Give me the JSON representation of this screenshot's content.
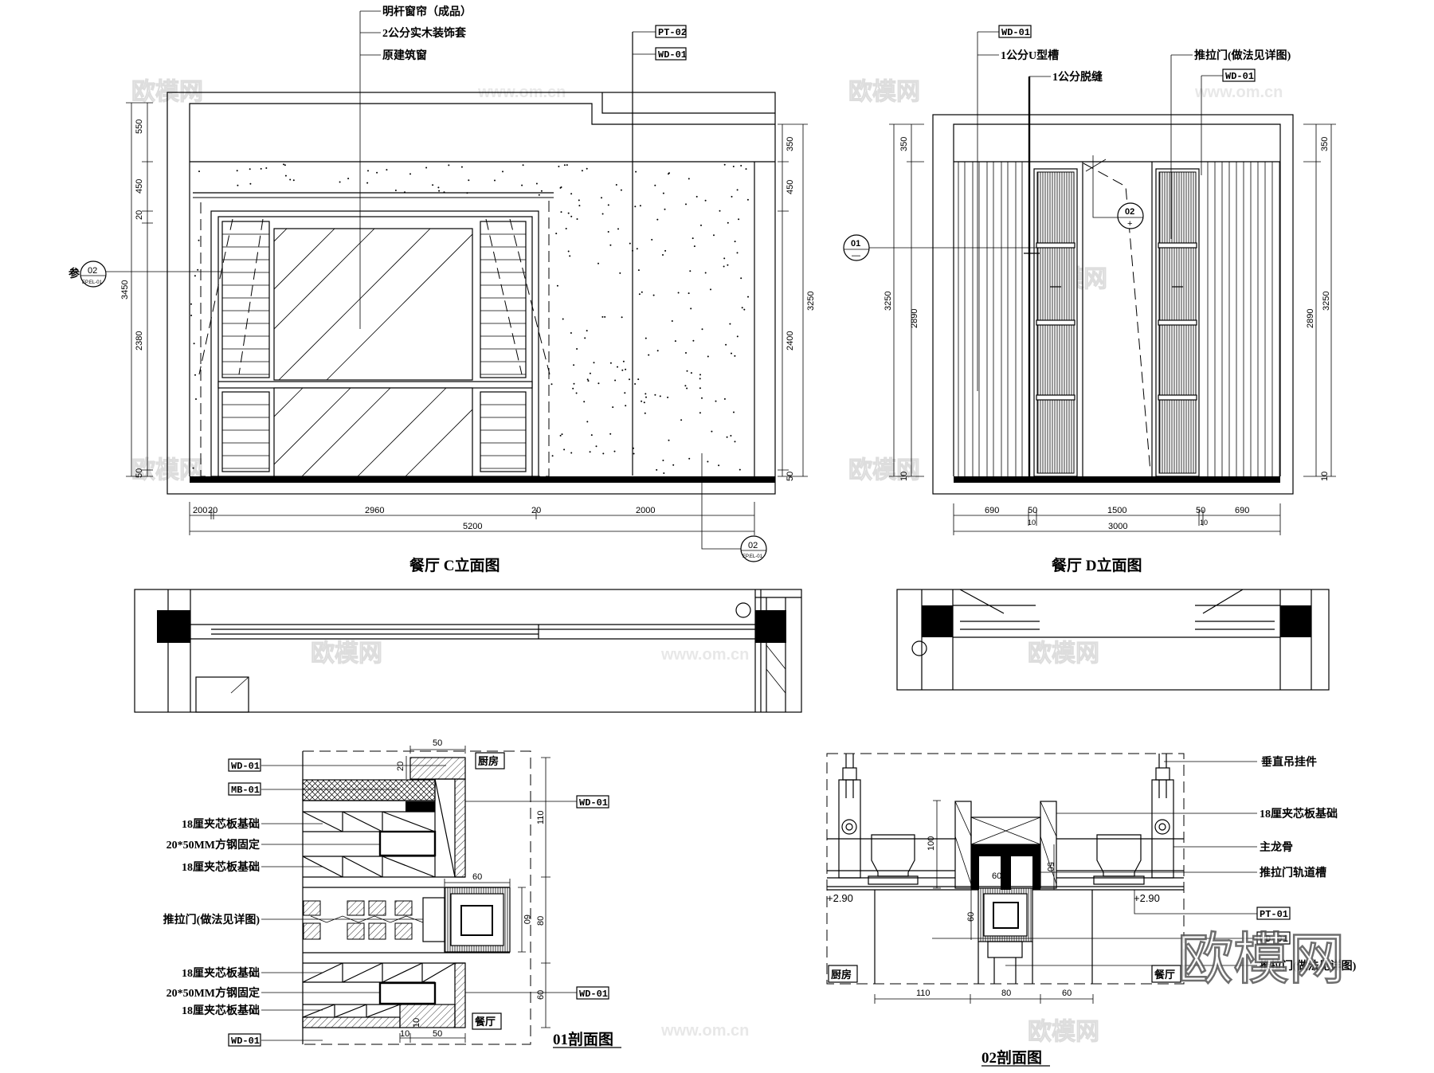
{
  "elevation_c": {
    "title": "餐厅 C立面图",
    "labels": [
      "明杆窗帘（成品）",
      "2公分实木装饰套",
      "原建筑窗"
    ],
    "tags": [
      "PT-02",
      "WD-01"
    ],
    "callout_left": {
      "prefix": "参",
      "ref": "02",
      "sub": "EP.EL-01"
    },
    "callout_bottom": {
      "ref": "02",
      "sub": "EP.EL-01"
    },
    "dims_left": [
      "550",
      "450",
      "20",
      "2380",
      "50",
      "3450"
    ],
    "dims_right": [
      "350",
      "450",
      "2400",
      "50",
      "3250"
    ],
    "dims_bottom": [
      "200",
      "20",
      "2960",
      "20",
      "2000",
      "5200"
    ]
  },
  "elevation_d": {
    "title": "餐厅 D立面图",
    "tag_top": "WD-01",
    "labels": [
      "1公分U型槽",
      "1公分脱缝",
      "推拉门(做法见详图)"
    ],
    "tag_right": "WD-01",
    "callout_01": {
      "ref": "01",
      "sub": "—"
    },
    "callout_02": {
      "ref": "02",
      "sub": "+"
    },
    "dims_left": [
      "350",
      "2890",
      "3250",
      "10"
    ],
    "dims_right": [
      "350",
      "2890",
      "3250",
      "10"
    ],
    "dims_bottom": [
      "690",
      "50",
      "1500",
      "50",
      "690",
      "10",
      "10",
      "3000"
    ]
  },
  "section_01": {
    "title": "01剖面图",
    "left_labels": [
      "WD-01",
      "MB-01",
      "18厘夹芯板基础",
      "20*50MM方钢固定",
      "18厘夹芯板基础",
      "推拉门(做法见详图)",
      "18厘夹芯板基础",
      "20*50MM方钢固定",
      "18厘夹芯板基础",
      "WD-01"
    ],
    "right_tags": [
      "WD-01",
      "WD-01"
    ],
    "rooms": [
      "厨房",
      "餐厅"
    ],
    "dims": {
      "top": "50",
      "top_v": "20",
      "right": [
        "110",
        "80",
        "60"
      ],
      "frame_w": "60",
      "frame_h": "60",
      "bottom": [
        "10",
        "50"
      ],
      "bottom_v": "10"
    }
  },
  "section_02": {
    "title": "02剖面图",
    "labels": [
      "垂直吊挂件",
      "18厘夹芯板基础",
      "主龙骨",
      "推拉门轨道槽",
      "PT-01",
      "WD-01",
      "推拉门(做法见详图)"
    ],
    "levels": [
      "+2.90",
      "+2.90"
    ],
    "rooms": [
      "厨房",
      "餐厅"
    ],
    "dims": {
      "v100": "100",
      "track": "60",
      "v50": "50",
      "v60": "60",
      "bottom": [
        "110",
        "80",
        "60"
      ]
    }
  },
  "watermark": {
    "logo": "欧模网",
    "url": "www.om.cn"
  }
}
